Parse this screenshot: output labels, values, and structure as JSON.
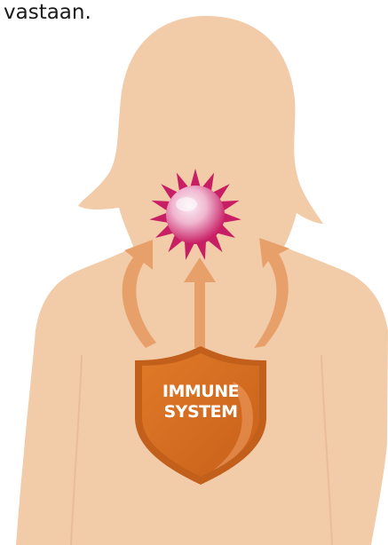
{
  "caption": {
    "text": "vastaan."
  },
  "shield": {
    "line1": "IMMUNE",
    "line2": "SYSTEM"
  },
  "colors": {
    "skin": "#f2cba8",
    "arrow": "#e8a06a",
    "shield": "#d96f1e",
    "shield_dark": "#b7571a",
    "cell": "#c81e64",
    "cell_light": "#f6d1e2"
  }
}
